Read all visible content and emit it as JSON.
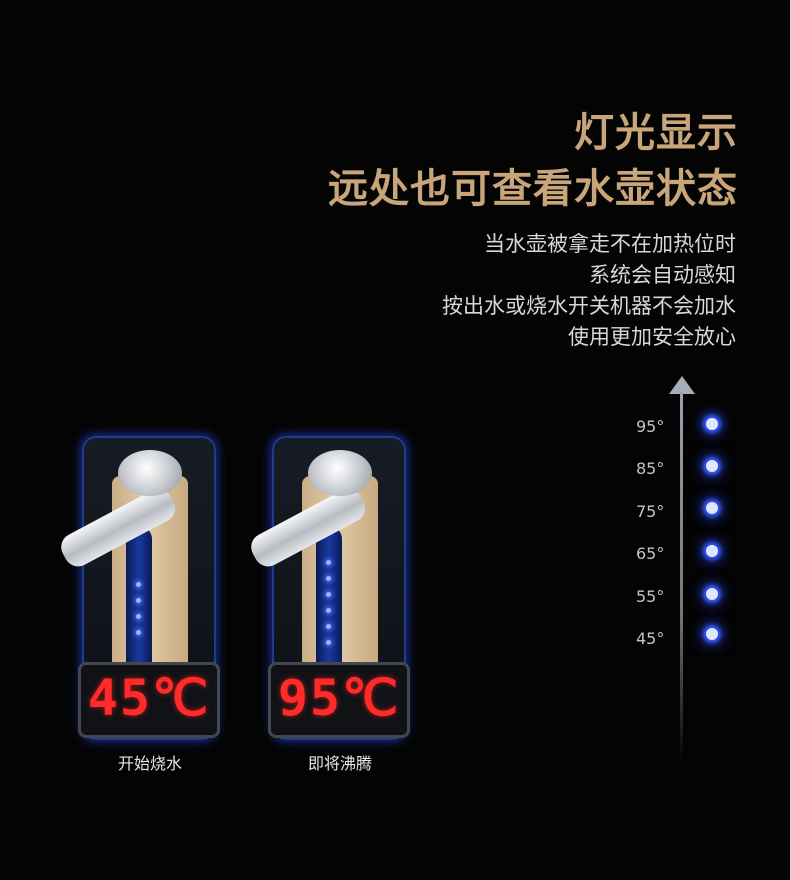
{
  "headline": {
    "line1": "灯光显示",
    "line2": "远处也可查看水壶状态"
  },
  "description": [
    "当水壶被拿走不在加热位时",
    "系统会自动感知",
    "按出水或烧水开关机器不会加水",
    "使用更加安全放心"
  ],
  "scale": {
    "labels": [
      "95°",
      "85°",
      "75°",
      "65°",
      "55°",
      "45°"
    ]
  },
  "units": [
    {
      "temperature": "45℃",
      "caption": "开始烧水"
    },
    {
      "temperature": "95℃",
      "caption": "即将沸腾"
    }
  ],
  "colors": {
    "accent": "#c9a57a",
    "led_red": "#ff2a2a",
    "indicator_blue": "#3a5cff"
  }
}
